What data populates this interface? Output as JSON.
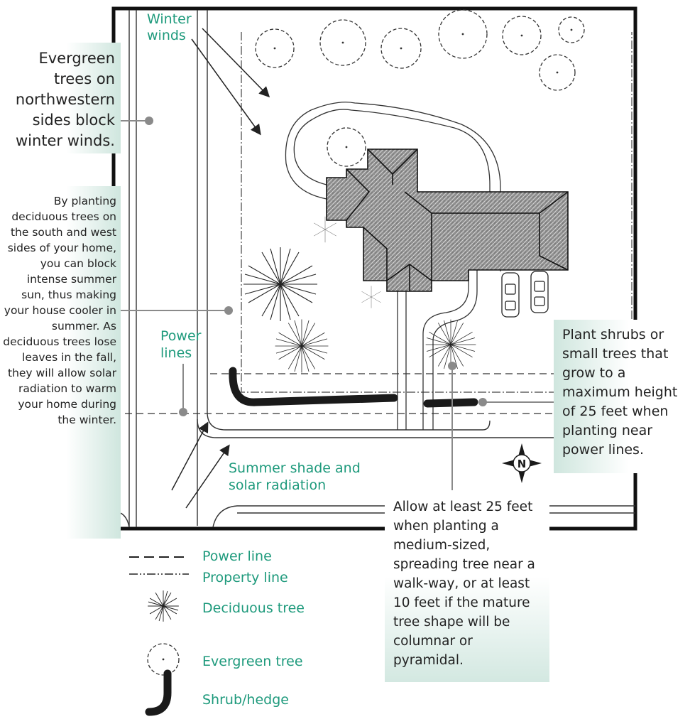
{
  "callouts": {
    "evergreen_note": "Evergreen trees on northwestern sides block winter winds.",
    "deciduous_note": "By planting deciduous trees on the south and west sides of your home, you can block intense summer sun, thus making your house cooler in summer. As deciduous trees lose leaves in the fall, they will allow solar radiation to warm your home during the winter.",
    "shrubs_note": "Plant shrubs or small trees that grow to a maximum height of 25 feet when planting near power lines.",
    "walkway_note": "Allow at least 25 feet when planting a medium-sized, spreading tree near a walk-way, or at least 10 feet if the mature tree shape will be columnar or pyramidal."
  },
  "labels": {
    "winter_winds_1": "Winter",
    "winter_winds_2": "winds",
    "power_lines_1": "Power",
    "power_lines_2": "lines",
    "summer_shade_1": "Summer shade and",
    "summer_shade_2": "solar radiation",
    "compass": "N"
  },
  "legend": {
    "power_line": "Power line",
    "property_line": "Property line",
    "deciduous_tree": "Deciduous tree",
    "evergreen_tree": "Evergreen tree",
    "shrub_hedge": "Shrub/hedge"
  },
  "colors": {
    "accent_green": "#1e9a7c",
    "callout_tint": "#cfe6de",
    "roof": "#9a9a9a",
    "pointer": "#8a8a8a"
  }
}
